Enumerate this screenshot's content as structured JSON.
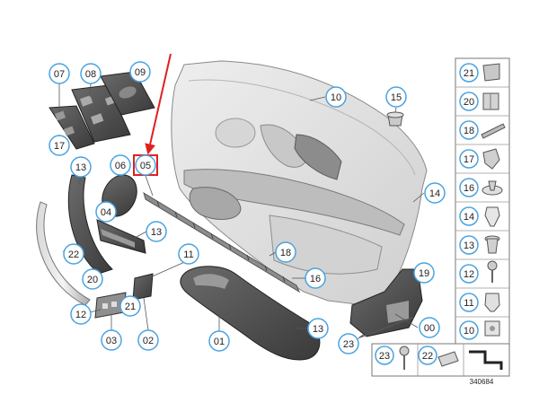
{
  "diagram": {
    "reference_number": "340684",
    "highlighted_part": "05"
  },
  "callouts": [
    {
      "id": "c07",
      "label": "07"
    },
    {
      "id": "c08",
      "label": "08"
    },
    {
      "id": "c09",
      "label": "09"
    },
    {
      "id": "c17",
      "label": "17"
    },
    {
      "id": "c13a",
      "label": "13"
    },
    {
      "id": "c06",
      "label": "06"
    },
    {
      "id": "c05",
      "label": "05"
    },
    {
      "id": "c04",
      "label": "04"
    },
    {
      "id": "c13b",
      "label": "13"
    },
    {
      "id": "c22a",
      "label": "22"
    },
    {
      "id": "c20",
      "label": "20"
    },
    {
      "id": "c11a",
      "label": "11"
    },
    {
      "id": "c21a",
      "label": "21"
    },
    {
      "id": "c12",
      "label": "12"
    },
    {
      "id": "c03",
      "label": "03"
    },
    {
      "id": "c02",
      "label": "02"
    },
    {
      "id": "c01",
      "label": "01"
    },
    {
      "id": "c10a",
      "label": "10"
    },
    {
      "id": "c15",
      "label": "15"
    },
    {
      "id": "c14",
      "label": "14"
    },
    {
      "id": "c18",
      "label": "18"
    },
    {
      "id": "c16",
      "label": "16"
    },
    {
      "id": "c13c",
      "label": "13"
    },
    {
      "id": "c19",
      "label": "19"
    },
    {
      "id": "c00",
      "label": "00"
    },
    {
      "id": "c23a",
      "label": "23"
    }
  ],
  "side_panel": [
    {
      "label": "21"
    },
    {
      "label": "20"
    },
    {
      "label": "18"
    },
    {
      "label": "17"
    },
    {
      "label": "16"
    },
    {
      "label": "14"
    },
    {
      "label": "13"
    },
    {
      "label": "12"
    },
    {
      "label": "11"
    },
    {
      "label": "10"
    }
  ],
  "bottom_panel": [
    {
      "label": "23"
    },
    {
      "label": "22"
    }
  ]
}
